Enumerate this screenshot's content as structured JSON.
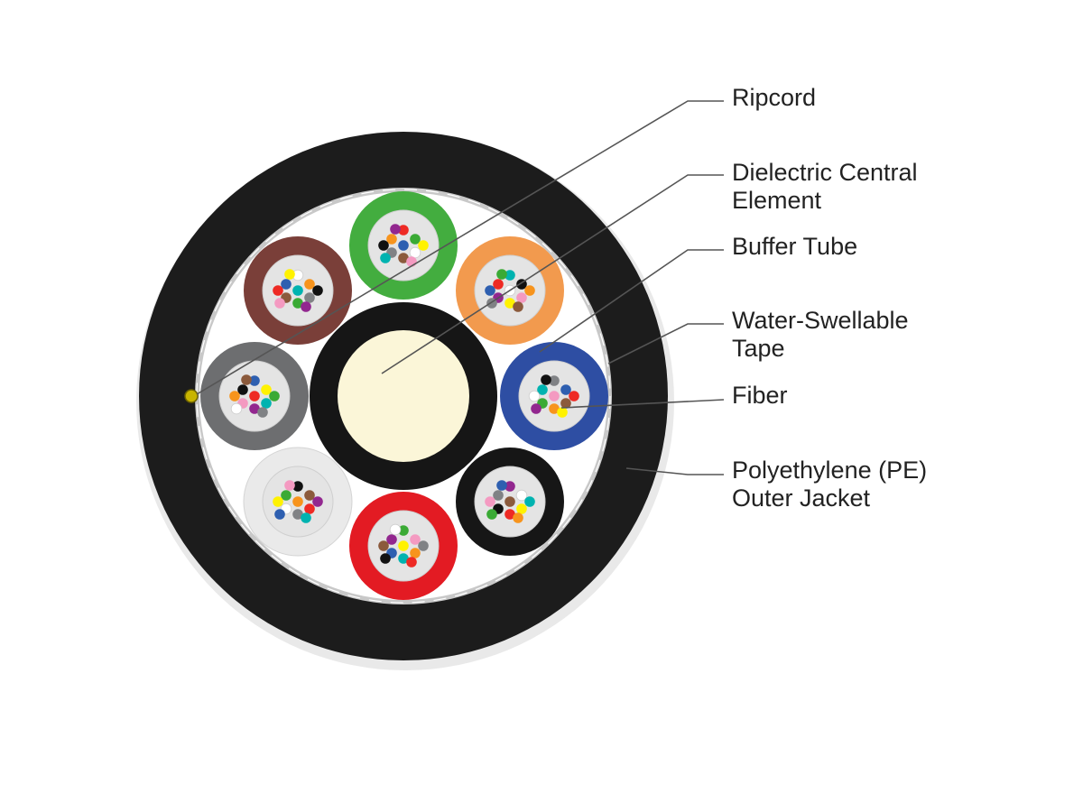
{
  "labels": {
    "ripcord": [
      "Ripcord"
    ],
    "central_element": [
      "Dielectric Central",
      "Element"
    ],
    "buffer_tube": [
      "Buffer Tube"
    ],
    "water_swellable_tape": [
      "Water-Swellable",
      "Tape"
    ],
    "fiber": [
      "Fiber"
    ],
    "outer_jacket": [
      "Polyethylene (PE)",
      "Outer Jacket"
    ]
  },
  "colors": {
    "jacket": "#1c1c1c",
    "tape": "#c8c8c8",
    "interior": "#ffffff",
    "central_member": "#fbf6d8",
    "central_jacket": "#161616",
    "leader_line": "#555555",
    "label_text": "#222222",
    "ripcord": "#c8b400"
  },
  "buffer_tubes": [
    {
      "name": "green",
      "color": "#43ad3f"
    },
    {
      "name": "orange",
      "color": "#f29a4e"
    },
    {
      "name": "blue",
      "color": "#2e4ea3"
    },
    {
      "name": "black",
      "color": "#161616"
    },
    {
      "name": "red",
      "color": "#e31b23"
    },
    {
      "name": "white",
      "color": "#eaeaea"
    },
    {
      "name": "slate",
      "color": "#6d6e70"
    },
    {
      "name": "brown",
      "color": "#7a3f39"
    }
  ],
  "fiber_colors": [
    "#2e5fb0",
    "#f7941d",
    "#3aaa35",
    "#8b5a3c",
    "#808285",
    "#ffffff",
    "#ee2a24",
    "#111111",
    "#fff200",
    "#92278f",
    "#f49ac1",
    "#00b3b0"
  ]
}
